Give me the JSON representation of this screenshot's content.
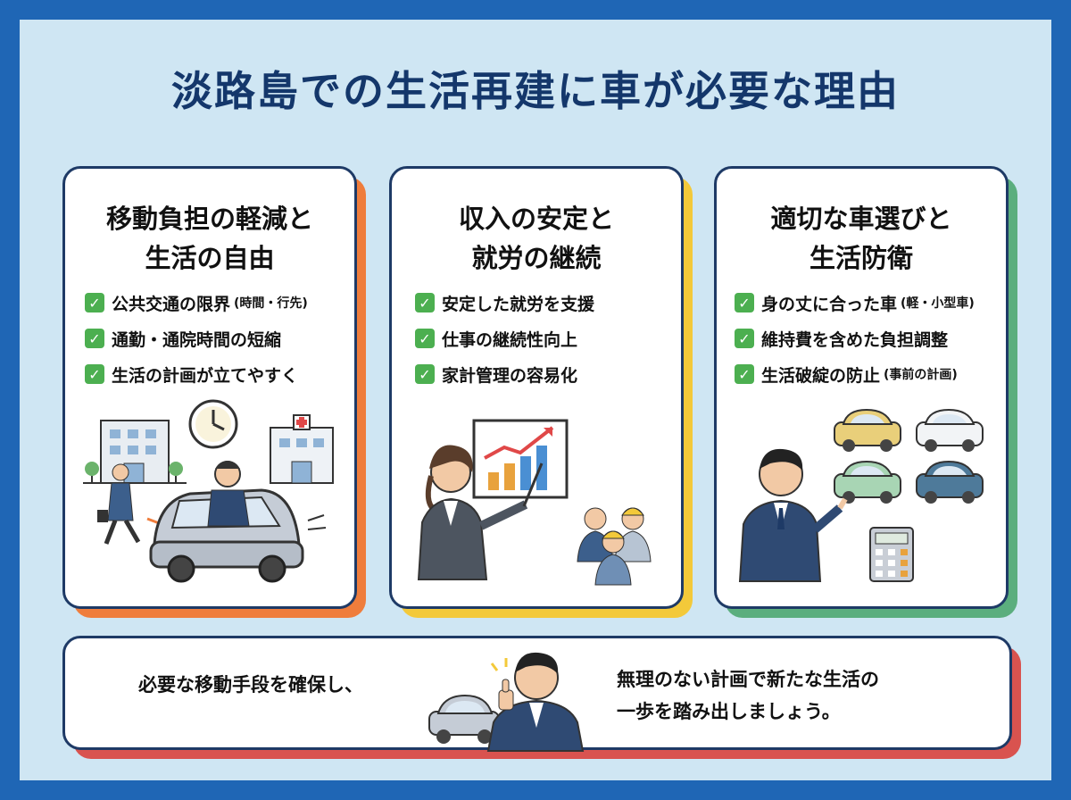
{
  "title": "淡路島での生活再建に車が必要な理由",
  "colors": {
    "frame": "#1f66b5",
    "background": "#cfe6f3",
    "title": "#14376b",
    "card_border": "#1e3a66",
    "check": "#4caf50",
    "accent_orange": "#ef7d3c",
    "accent_yellow": "#f3c93a",
    "accent_green": "#5bae7e",
    "accent_red": "#d9534f"
  },
  "cards": [
    {
      "heading_line1": "移動負担の軽減と",
      "heading_line2": "生活の自由",
      "items": [
        {
          "text": "公共交通の限界",
          "note": "(時間・行先)"
        },
        {
          "text": "通勤・通院時間の短縮",
          "note": ""
        },
        {
          "text": "生活の計画が立てやすく",
          "note": ""
        }
      ]
    },
    {
      "heading_line1": "収入の安定と",
      "heading_line2": "就労の継続",
      "items": [
        {
          "text": "安定した就労を支援",
          "note": ""
        },
        {
          "text": "仕事の継続性向上",
          "note": ""
        },
        {
          "text": "家計管理の容易化",
          "note": ""
        }
      ]
    },
    {
      "heading_line1": "適切な車選びと",
      "heading_line2": "生活防衛",
      "items": [
        {
          "text": "身の丈に合った車",
          "note": "(軽・小型車)"
        },
        {
          "text": "維持費を含めた負担調整",
          "note": ""
        },
        {
          "text": "生活破綻の防止",
          "note": "(事前の計画)"
        }
      ]
    }
  ],
  "bottom": {
    "left_text": "必要な移動手段を確保し、",
    "right_line1": "無理のない計画で新たな生活の",
    "right_line2": "一歩を踏み出しましょう。"
  },
  "icons": [
    "check-icon",
    "office-building-icon",
    "clock-icon",
    "hospital-icon",
    "walking-person-icon",
    "car-driver-icon",
    "presenter-woman-icon",
    "growth-chart-icon",
    "workers-icon",
    "businessman-icon",
    "cars-icon",
    "calculator-icon",
    "thumbs-up-man-icon",
    "small-car-icon"
  ]
}
